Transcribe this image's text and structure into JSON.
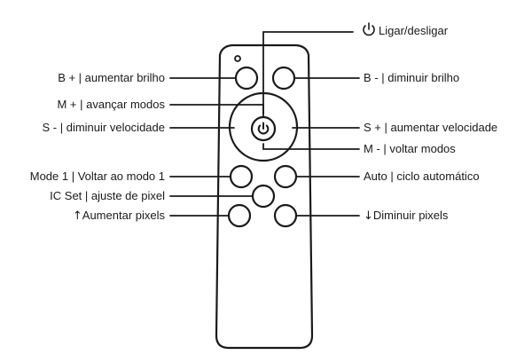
{
  "colors": {
    "stroke": "#1a1a1a",
    "background": "#ffffff"
  },
  "icons": {
    "power": "power-icon",
    "up": "up-arrow-icon",
    "down": "down-arrow-icon"
  },
  "labels": {
    "power": "Ligar/desligar",
    "b_plus": "B + | aumentar brilho",
    "b_minus": "B - | diminuir brilho",
    "m_plus": "M + | avançar modos",
    "s_minus": "S - | diminuir velocidade",
    "s_plus": "S + | aumentar velocidade",
    "m_minus": "M - | voltar modos",
    "mode1": "Mode 1 | Voltar ao modo 1",
    "auto": "Auto | ciclo automático",
    "ic_set": "IC Set | ajuste de pixel",
    "pixels_up": "Aumentar pixels",
    "pixels_down": "Diminuir pixels"
  },
  "glyphs": {
    "up": "↑",
    "down": "↓"
  }
}
